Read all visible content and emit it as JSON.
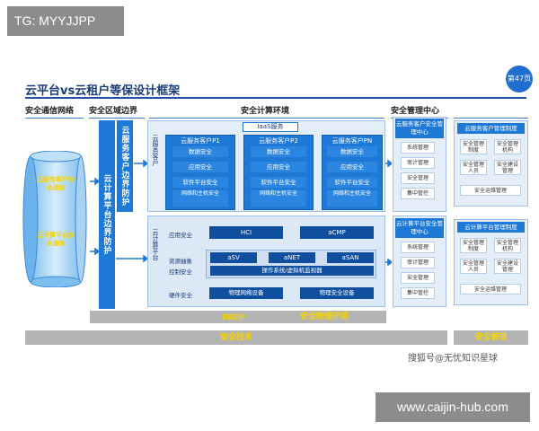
{
  "tg_label": "TG: MYYJJPP",
  "title": "云平台vs云租户等保设计框架",
  "page_badge": "第47页",
  "headers": {
    "network": "安全通信网络",
    "boundary": "安全区域边界",
    "compute": "安全计算环境",
    "mgmt_center": "安全管理中心"
  },
  "cylinder": {
    "tenant_label": "云服务客户安全通信",
    "platform_label": "云计算平台安全通信"
  },
  "bars": {
    "platform_boundary": "云计算平台边界防护",
    "tenant_boundary": "云服务客户边界防护"
  },
  "tenant_area": {
    "side_label": "云服务客户",
    "iaas": "IaaS服务",
    "customers": [
      {
        "title": "云服务客户P1",
        "items": [
          "数据安全",
          "应用安全",
          "软件平台安全",
          "网络和主机安全"
        ]
      },
      {
        "title": "云服务客户P2",
        "items": [
          "数据安全",
          "应用安全",
          "软件平台安全",
          "网络和主机安全"
        ]
      },
      {
        "title": "云服务客户PN",
        "items": [
          "数据安全",
          "应用安全",
          "软件平台安全",
          "网络和主机安全"
        ]
      }
    ]
  },
  "platform_area": {
    "side_label": "云计算平台",
    "app_security": "应用安全",
    "hci": "HCI",
    "acmp": "aCMP",
    "resource_abstraction": "资源抽象",
    "control_security": "控制安全",
    "asv": "aSV",
    "anet": "aNET",
    "asan": "aSAN",
    "os_virt": "操作系统/虚拟机监视器",
    "hw_security": "硬件安全",
    "phys_net": "物理网络设备",
    "phys_sec": "物理安全设备"
  },
  "mgmt_tenant": {
    "title": "云服务客户安全管理中心",
    "items": [
      "系统管理",
      "审计管理",
      "安全管理",
      "集中管控"
    ]
  },
  "mgmt_platform": {
    "title": "云计算平台安全管理中心",
    "items": [
      "系统管理",
      "审计管理",
      "安全管理",
      "集中管控"
    ]
  },
  "policy_tenant": {
    "title": "云服务客户管理制度",
    "cells": [
      "安全管理制度",
      "安全管理机构",
      "安全管理人员",
      "安全建设管理"
    ],
    "bottom": "安全运维管理"
  },
  "policy_platform": {
    "title": "云计算平台管理制度",
    "cells": [
      "安全管理制度",
      "安全管理机构",
      "安全管理人员",
      "安全建设管理"
    ],
    "bottom": "安全运维管理"
  },
  "bottom": {
    "room": "机房防护",
    "physical_env": "安全物理环境",
    "tech": "安全技术",
    "management": "安全管理"
  },
  "watermark_sohu": "搜狐号@无忧知识星球",
  "watermark_site": "www.caijin-hub.com",
  "colors": {
    "accent": "#1e78d6",
    "dark": "#0f4f9e",
    "panel": "#e4eef9",
    "grey": "#b4b4b4",
    "title": "#1a3c7a"
  }
}
